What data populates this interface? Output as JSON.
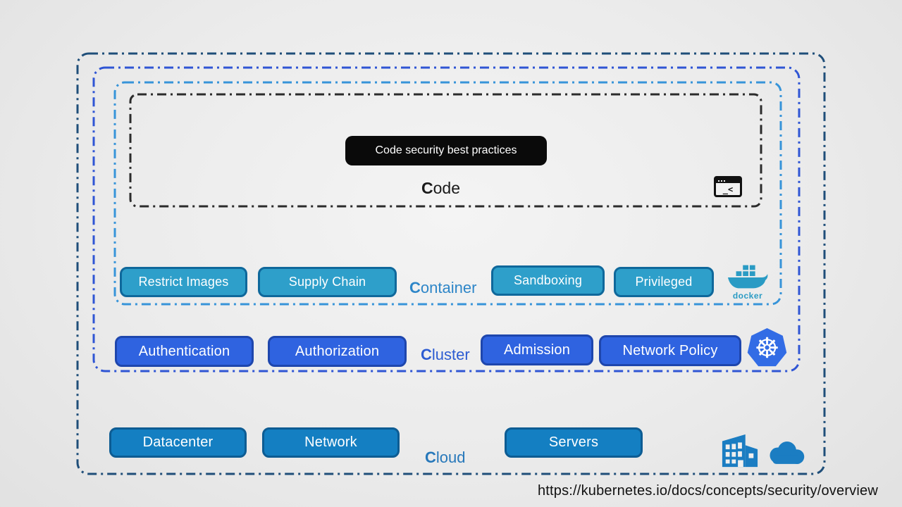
{
  "page": {
    "background": "#ebebeb",
    "url": "https://kubernetes.io/docs/concepts/security/overview"
  },
  "code": {
    "badge": "Code security best practices",
    "label_first": "C",
    "label_rest": "ode",
    "border_color": "#2b2b2b",
    "badge_bg": "#0a0a0a",
    "icon": "terminal-window-icon",
    "terminal_glyph": "_<"
  },
  "container": {
    "label_first": "C",
    "label_rest": "ontainer",
    "label_color": "#2e86c8",
    "border_color": "#3794d9",
    "button_bg": "#2e9fca",
    "button_border": "#0f689b",
    "buttons": [
      "Restrict Images",
      "Supply Chain",
      "Sandboxing",
      "Privileged"
    ],
    "icon": "docker-whale-icon",
    "icon_caption": "docker",
    "icon_color": "#2a9bc4"
  },
  "cluster": {
    "label_first": "C",
    "label_rest": "luster",
    "label_color": "#2d5cd2",
    "border_color": "#2f55d4",
    "button_bg": "#2f63e0",
    "button_border": "#1e46ad",
    "buttons": [
      "Authentication",
      "Authorization",
      "Admission",
      "Network Policy"
    ],
    "icon": "kubernetes-helm-icon",
    "icon_color": "#326ce5"
  },
  "cloud": {
    "label_first": "C",
    "label_rest": "loud",
    "label_color": "#2778ba",
    "border_color": "#1f4e79",
    "button_bg": "#147fc2",
    "button_border": "#0d5c93",
    "buttons": [
      "Datacenter",
      "Network",
      "Servers"
    ],
    "icons": [
      "datacenter-building-icon",
      "cloud-icon"
    ],
    "icon_color": "#1b7dc2"
  }
}
